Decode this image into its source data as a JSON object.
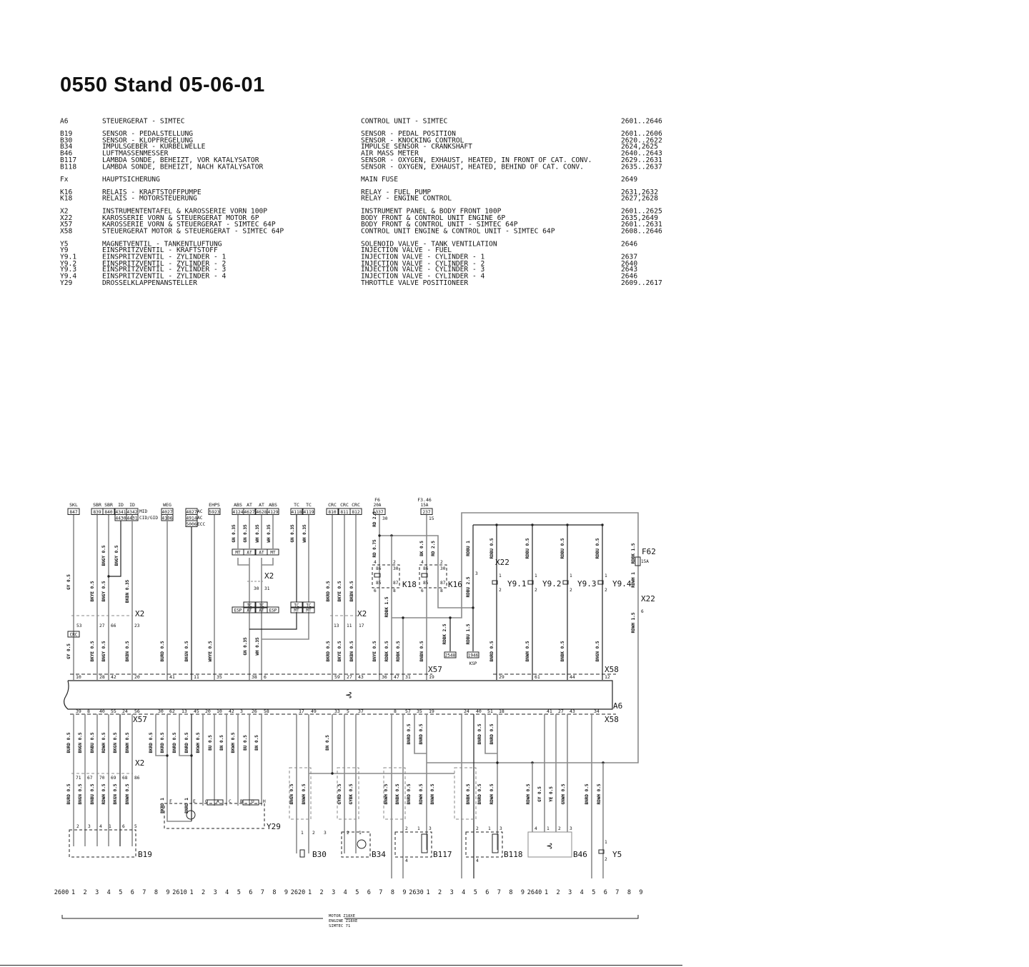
{
  "title": "0550 Stand 05-06-01",
  "legend": [
    [
      {
        "code": "A6",
        "de": "STEUERGERAT - SIMTEC",
        "en": "CONTROL UNIT - SIMTEC",
        "pages": "2601..2646"
      }
    ],
    [
      {
        "code": "B19",
        "de": "SENSOR - PEDALSTELLUNG",
        "en": "SENSOR - PEDAL POSITION",
        "pages": "2601..2606"
      },
      {
        "code": "B30",
        "de": "SENSOR - KLOPFREGELUNG",
        "en": "SENSOR - KNOCKING CONTROL",
        "pages": "2620..2622"
      },
      {
        "code": "B34",
        "de": "IMPULSGEBER - KURBELWELLE",
        "en": "IMPULSE SENSOR - CRANKSHAFT",
        "pages": "2624,2625"
      },
      {
        "code": "B46",
        "de": "LUFTMASSENMESSER",
        "en": "AIR MASS METER",
        "pages": "2640..2643"
      },
      {
        "code": "B117",
        "de": "LAMBDA SONDE, BEHEIZT, VOR KATALYSATOR",
        "en": "SENSOR - OXYGEN, EXHAUST, HEATED, IN FRONT OF CAT. CONV.",
        "pages": "2629..2631"
      },
      {
        "code": "B118",
        "de": "LAMBDA SONDE, BEHEIZT, NACH KATALYSATOR",
        "en": "SENSOR - OXYGEN, EXHAUST, HEATED, BEHIND OF CAT. CONV.",
        "pages": "2635..2637"
      }
    ],
    [
      {
        "code": "Fx",
        "de": "HAUPTSICHERUNG",
        "en": "MAIN FUSE",
        "pages": "2649"
      }
    ],
    [
      {
        "code": "K16",
        "de": "RELAIS - KRAFTSTOFFPUMPE",
        "en": "RELAY - FUEL PUMP",
        "pages": "2631,2632"
      },
      {
        "code": "K18",
        "de": "RELAIS - MOTORSTEUERUNG",
        "en": "RELAY - ENGINE CONTROL",
        "pages": "2627,2628"
      }
    ],
    [
      {
        "code": "X2",
        "de": "INSTRUMENTENTAFEL & KAROSSERIE VORN 100P",
        "en": "INSTRUMENT PANEL & BODY FRONT 100P",
        "pages": "2601..2625"
      },
      {
        "code": "X22",
        "de": "KAROSSERIE VORN & STEUERGERAT MOTOR 6P",
        "en": "BODY FRONT & CONTROL UNIT ENGINE 6P",
        "pages": "2635,2649"
      },
      {
        "code": "X57",
        "de": "KAROSSERIE VORN & STEUERGERAT - SIMTEC 64P",
        "en": "BODY FRONT & CONTROL UNIT - SIMTEC 64P",
        "pages": "2601..2631"
      },
      {
        "code": "X58",
        "de": "STEUERGERAT MOTOR & STEUERGERAT - SIMTEC 64P",
        "en": "CONTROL UNIT ENGINE & CONTROL UNIT - SIMTEC 64P",
        "pages": "2608..2646"
      }
    ],
    [
      {
        "code": "Y5",
        "de": "MAGNETVENTIL - TANKENTLUFTUNG",
        "en": "SOLENOID VALVE - TANK VENTILATION",
        "pages": "2646"
      },
      {
        "code": "Y9",
        "de": "EINSPRITZVENTIL - KRAFTSTOFF",
        "en": "INJECTION VALVE - FUEL",
        "pages": ""
      },
      {
        "code": "Y9.1",
        "de": "EINSPRITZVENTIL - ZYLINDER - 1",
        "en": "INJECTION VALVE - CYLINDER - 1",
        "pages": "2637"
      },
      {
        "code": "Y9.2",
        "de": "EINSPRITZVENTIL - ZYLINDER - 2",
        "en": "INJECTION VALVE - CYLINDER - 2",
        "pages": "2640"
      },
      {
        "code": "Y9.3",
        "de": "EINSPRITZVENTIL - ZYLINDER - 3",
        "en": "INJECTION VALVE - CYLINDER - 3",
        "pages": "2643"
      },
      {
        "code": "Y9.4",
        "de": "EINSPRITZVENTIL - ZYLINDER - 4",
        "en": "INJECTION VALVE - CYLINDER - 4",
        "pages": "2646"
      },
      {
        "code": "Y29",
        "de": "DROSSELKLAPPENANSTELLER",
        "en": "THROTTLE VALVE POSITIONEER",
        "pages": "2609..2617"
      }
    ]
  ],
  "diagram": {
    "header_refs": [
      {
        "label": "SKL",
        "code": "847"
      },
      {
        "label": "SBR",
        "code": "839"
      },
      {
        "label": "SBR",
        "code": "840"
      },
      {
        "label": "ID",
        "code": "4341",
        "code2": "4430"
      },
      {
        "label": "ID",
        "code": "4342",
        "code2": "4431"
      },
      {
        "label": "WEG",
        "code": "4027",
        "code2": "4106"
      },
      {
        "label": "",
        "code": "4827",
        "code2": "4914",
        "code3": "5006"
      },
      {
        "label": "EHPS",
        "code": "5923"
      },
      {
        "label": "ABS",
        "code": "4124"
      },
      {
        "label": "AT",
        "code": "4627"
      },
      {
        "label": "AT",
        "code": "4628"
      },
      {
        "label": "ABS",
        "code": "4129"
      },
      {
        "label": "TC",
        "code": "4118"
      },
      {
        "label": "TC",
        "code": "4119"
      },
      {
        "label": "CRC",
        "code": "810"
      },
      {
        "label": "CRC",
        "code": "811"
      },
      {
        "label": "CRC",
        "code": "812"
      },
      {
        "label": "F6",
        "label2": "20A",
        "code": "337"
      },
      {
        "label": "F3.46",
        "label2": "15A",
        "code": "237"
      }
    ],
    "header_notes": [
      "MID",
      "CID/GID",
      "AC",
      "AC",
      "ECC"
    ],
    "option_boxes": [
      "MT",
      "AT",
      "AT",
      "MT",
      "TC",
      "TC",
      "ESP",
      "AT",
      "AT",
      "ESP",
      "TC",
      "TC",
      "MT",
      "MT",
      "CRC",
      "2548",
      "1946"
    ],
    "ksp_label": "KSP",
    "component_labels": [
      "X2",
      "X2",
      "X2",
      "X2",
      "K18",
      "K16",
      "X22",
      "X22",
      "Y9.1",
      "Y9.2",
      "Y9.3",
      "Y9.4",
      "F62",
      "15A",
      "X57",
      "X58",
      "A6",
      "X57",
      "X58",
      "B19",
      "Y29",
      "B30",
      "B34",
      "B117",
      "B118",
      "B46",
      "Y5"
    ],
    "top_pins": [
      "10",
      "28",
      "42",
      "20",
      "41",
      "11",
      "35",
      "38",
      "6",
      "59",
      "27",
      "43",
      "36",
      "47",
      "31",
      "19",
      "29",
      "61",
      "44",
      "12"
    ],
    "bottom_pins": [
      "39",
      "8",
      "40",
      "55",
      "24",
      "56",
      "30",
      "62",
      "13",
      "45",
      "20",
      "10",
      "42",
      "3",
      "26",
      "58",
      "17",
      "49",
      "33",
      "5",
      "37",
      "8",
      "57",
      "35",
      "19",
      "24",
      "40",
      "51",
      "18",
      "41",
      "27",
      "43",
      "34"
    ],
    "pin_labels": [
      "53",
      "27",
      "66",
      "23",
      "30",
      "31",
      "13",
      "11",
      "17",
      "30",
      "15",
      "4",
      "2",
      "86",
      "30",
      "85",
      "87",
      "6",
      "8",
      "4",
      "2",
      "86",
      "30",
      "85",
      "87",
      "6",
      "8",
      "3",
      "6",
      "1",
      "2",
      "1",
      "2",
      "1",
      "2",
      "1",
      "2",
      "71",
      "67",
      "70",
      "69",
      "68",
      "86",
      "2",
      "3",
      "4",
      "1",
      "6",
      "5",
      "F",
      "E",
      "G",
      "A",
      "C",
      "B",
      "D",
      "H",
      "1",
      "2",
      "3",
      "2",
      "1",
      "2",
      "1",
      "3",
      "4",
      "2",
      "1",
      "3",
      "4",
      "4",
      "1",
      "2",
      "3",
      "1",
      "2"
    ],
    "wire_labels": [
      "GY 0.5",
      "BNGY 0.5",
      "BNGY 0.5",
      "BKYE 0.5",
      "BNGY 0.5",
      "BKBN 0.35",
      "GN 0.35",
      "GN 0.35",
      "WH 0.35",
      "WH 0.35",
      "GN 0.35",
      "WH 0.35",
      "BKRD 0.5",
      "BKYE 0.5",
      "BKBN 0.5",
      "RD 2.5",
      "RD 0.75",
      "BK 0.5",
      "RD 2.5",
      "RDBK 1.5",
      "RDBU 1",
      "RDBU 2.5",
      "RDBU 0.5",
      "RDBU 0.5",
      "RDBU 0.5",
      "RDBU 0.5",
      "RDBK 1.5",
      "RDWH 1",
      "RDWH 1.5",
      "RDBK 2.5",
      "RDBU 1.5",
      "GY 0.5",
      "BKYE 0.5",
      "BNGY 0.5",
      "BKBN 0.5",
      "BURD 0.5",
      "BKGN 0.5",
      "WHYE 0.5",
      "GN 0.35",
      "WH 0.35",
      "BKRD 0.5",
      "BKYE 0.5",
      "BKBN 0.5",
      "BNYE 0.5",
      "RDBK 0.5",
      "RDBK 0.5",
      "BNBN 0.5",
      "BNRD 0.5",
      "BNWH 0.5",
      "BNBK 0.5",
      "BNGN 0.5",
      "BURD 0.5",
      "BNGN 0.5",
      "BNBU 0.5",
      "RDWH 0.5",
      "BKGN 0.5",
      "BNWH 0.5",
      "BKRD 0.5",
      "BKRD 0.5",
      "BNRD 0.5",
      "BNRD 0.5",
      "BKWH 0.5",
      "BU 0.5",
      "BN 0.5",
      "BKWH 0.5",
      "BU 0.5",
      "BN 0.5",
      "BN 0.5",
      "BNRD 0.5",
      "BNRD 0.5",
      "BNRD 0.5",
      "BNRD 0.5",
      "BURD 0.5",
      "BNGN 0.5",
      "BNBU 0.5",
      "RDWH 0.5",
      "BKGN 0.5",
      "BNWH 0.5",
      "BKRD 1",
      "BNRD 1",
      "BNGN 0.5",
      "BNWH 0.5",
      "GYRD 0.5",
      "GYBK 0.5",
      "BNWH 0.5",
      "BNBK 0.5",
      "BNRD 0.5",
      "RDWH 0.5",
      "BNWH 0.5",
      "BNBK 0.5",
      "BNRD 0.5",
      "RDWH 0.5",
      "RDWH 0.5",
      "GY 0.5",
      "YE 0.5",
      "GNWH 0.5",
      "BNRD 0.5",
      "RDWH 0.5"
    ],
    "page_scale": [
      "2600",
      "1",
      "2",
      "3",
      "4",
      "5",
      "6",
      "7",
      "8",
      "9",
      "2610",
      "1",
      "2",
      "3",
      "4",
      "5",
      "6",
      "7",
      "8",
      "9",
      "2620",
      "1",
      "2",
      "3",
      "4",
      "5",
      "6",
      "7",
      "8",
      "9",
      "2630",
      "1",
      "2",
      "3",
      "4",
      "5",
      "6",
      "7",
      "8",
      "9",
      "2640",
      "1",
      "2",
      "3",
      "4",
      "5",
      "6",
      "7",
      "8",
      "9"
    ],
    "footer": [
      "MOTOR Z18XE",
      "ENGINE Z18XE",
      "SIMTEC 71"
    ]
  }
}
